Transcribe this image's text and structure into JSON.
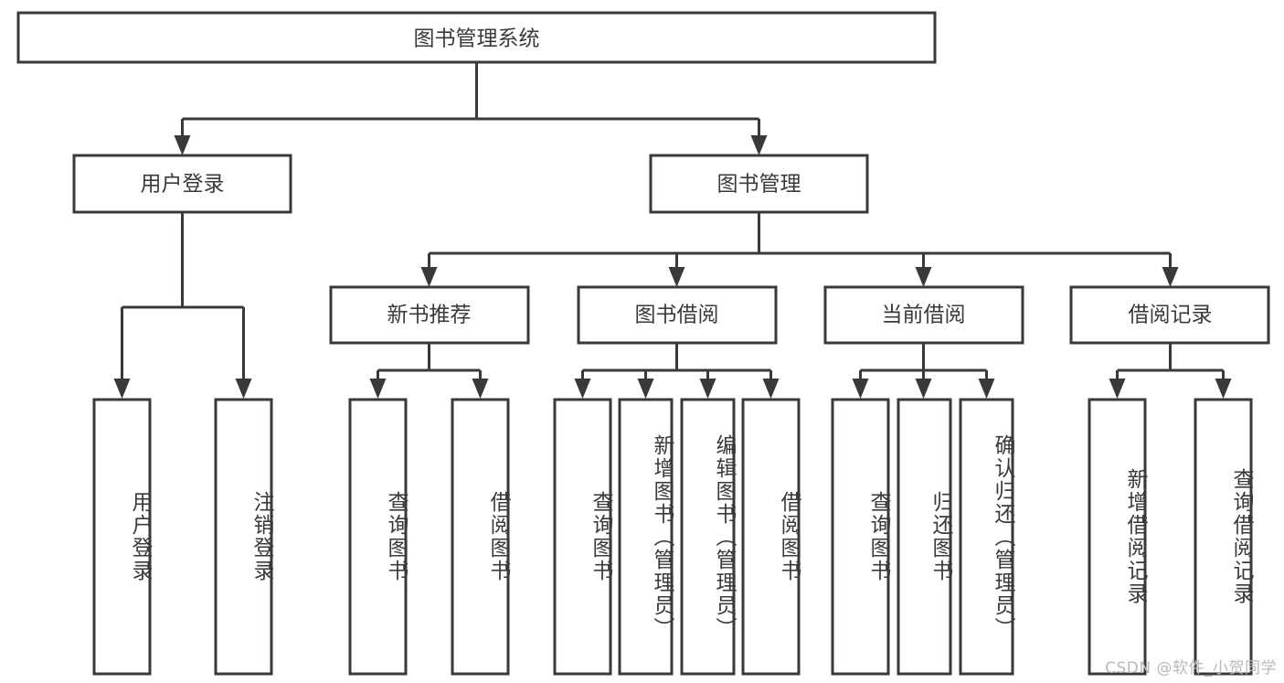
{
  "diagram": {
    "title": "图书管理系统",
    "type": "tree-hierarchy-chart",
    "watermark": "CSDN @软件_小贺同学",
    "colors": {
      "stroke": "#393939",
      "box_fill": "#ffffff",
      "text": "#3a3a3a",
      "background": "#ffffff",
      "watermark": "#b9b9b9"
    },
    "root": {
      "label": "图书管理系统"
    },
    "level2": [
      {
        "label": "用户登录"
      },
      {
        "label": "图书管理"
      }
    ],
    "level3": [
      {
        "label": "新书推荐"
      },
      {
        "label": "图书借阅"
      },
      {
        "label": "当前借阅"
      },
      {
        "label": "借阅记录"
      }
    ],
    "leaves": {
      "user_login": [
        {
          "label": "用户登录"
        },
        {
          "label": "注销登录"
        }
      ],
      "new_book_recommend": [
        {
          "label": "查询图书"
        },
        {
          "label": "借阅图书"
        }
      ],
      "book_borrow": [
        {
          "label": "查询图书"
        },
        {
          "label": "新增图书（管理员）"
        },
        {
          "label": "编辑图书（管理员）"
        },
        {
          "label": "借阅图书"
        }
      ],
      "current_borrow": [
        {
          "label": "查询图书"
        },
        {
          "label": "归还图书"
        },
        {
          "label": "确认归还（管理员）"
        }
      ],
      "borrow_record": [
        {
          "label": "新增借阅记录"
        },
        {
          "label": "查询借阅记录"
        }
      ]
    }
  }
}
